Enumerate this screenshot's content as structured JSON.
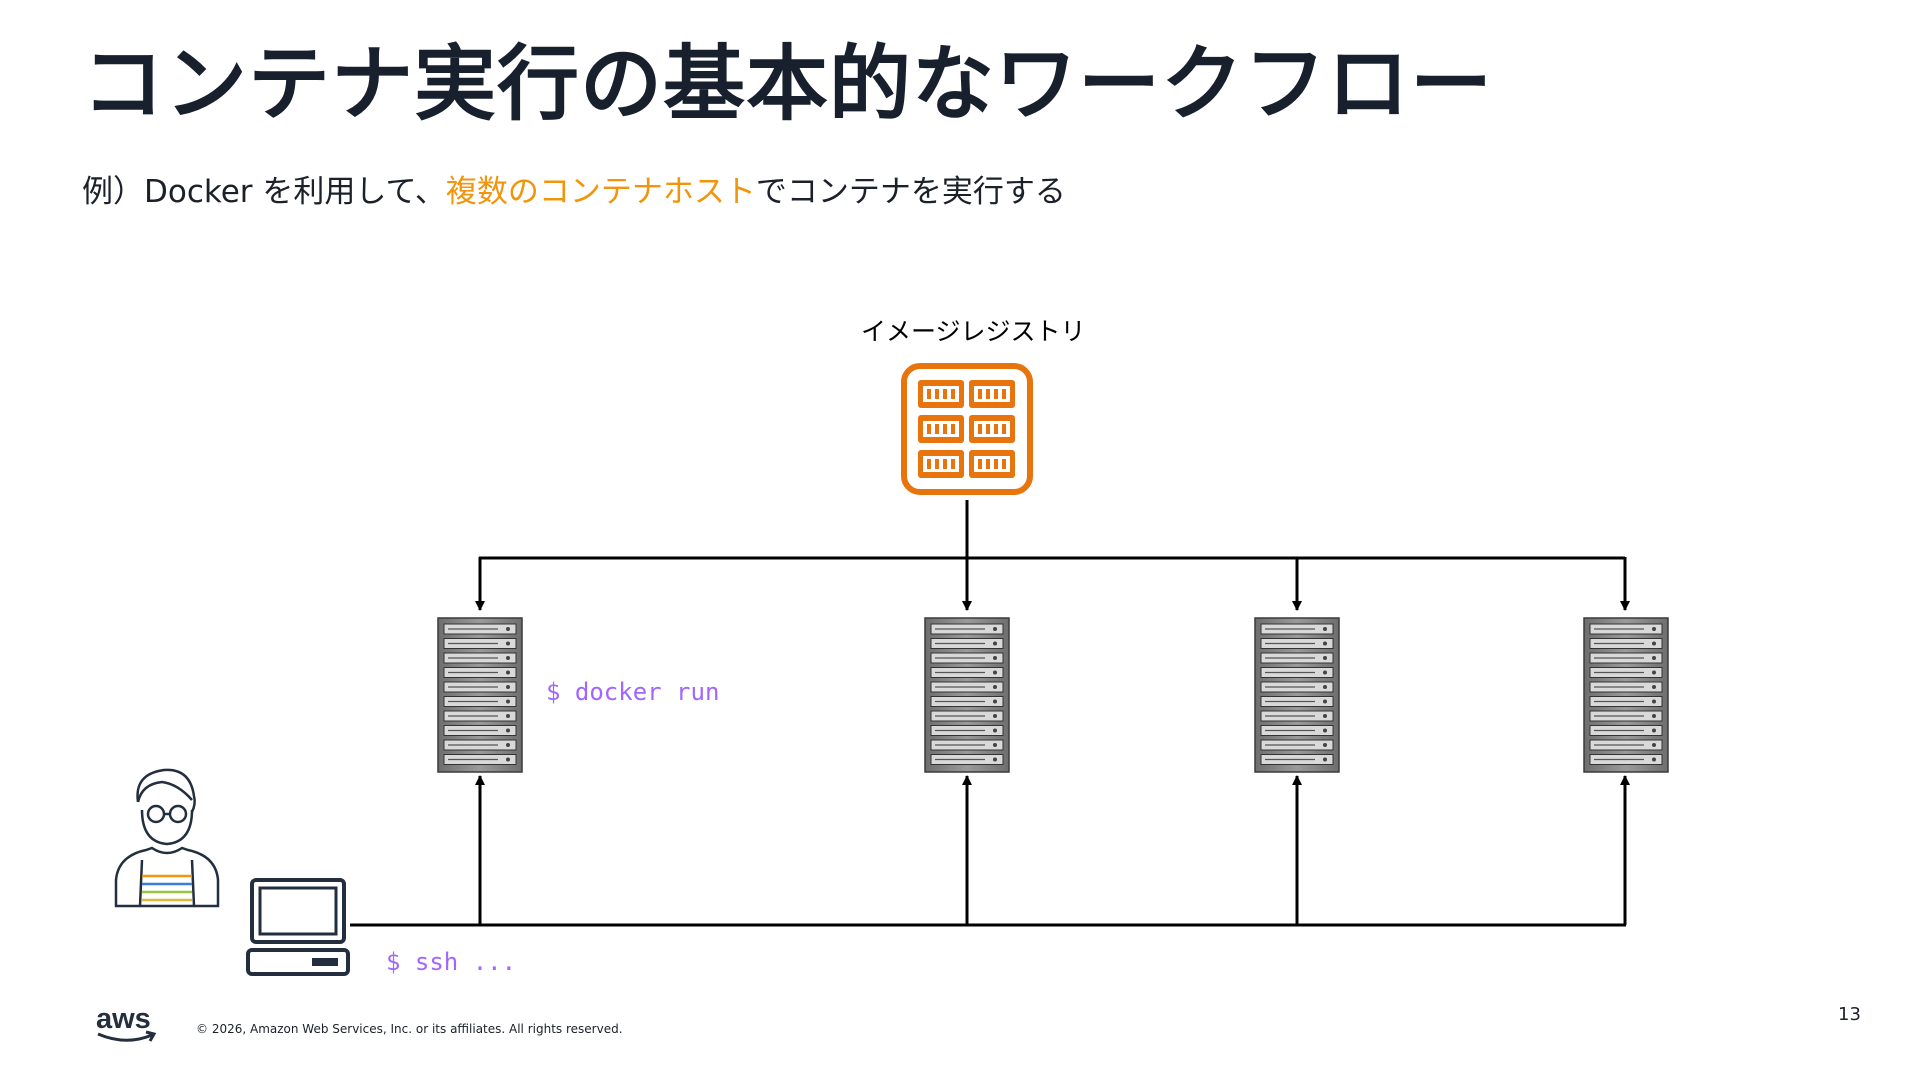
{
  "slide": {
    "title": "コンテナ実行の基本的なワークフロー",
    "subtitle_prefix": "例）Docker を利用して、",
    "subtitle_highlight": "複数のコンテナホスト",
    "subtitle_suffix": "でコンテナを実行する",
    "highlight_color": "#f0950c"
  },
  "diagram": {
    "registry_label": "イメージレジストリ",
    "registry_icon": "container-registry-icon",
    "registry_color": "#e7740c",
    "hosts": [
      "server-rack-icon",
      "server-rack-icon",
      "server-rack-icon",
      "server-rack-icon"
    ],
    "user_icon": "user-icon",
    "laptop_icon": "laptop-icon",
    "docker_run_command": "$ docker run",
    "ssh_command": "$ ssh ...",
    "command_color": "#a166ff"
  },
  "footer": {
    "logo_text": "aws",
    "copyright": "© 2026, Amazon Web Services, Inc. or its affiliates. All rights reserved.",
    "page_number": "13"
  }
}
